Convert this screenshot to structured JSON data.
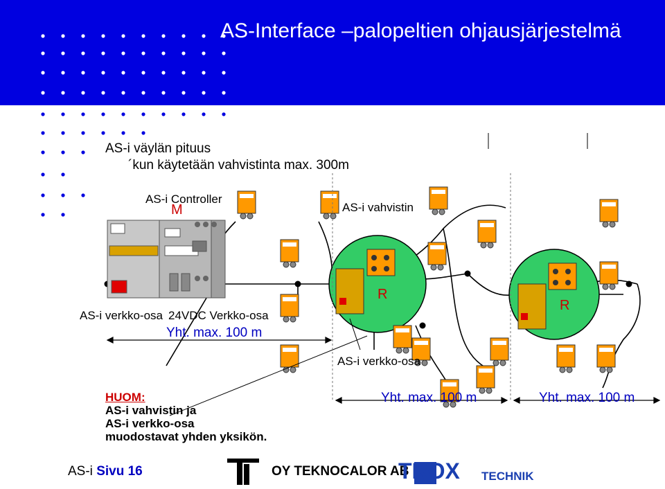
{
  "title": "AS-Interface –palopeltien ohjausjärjestelmä",
  "length_line1": "AS-i väylän pituus",
  "length_line2": "´kun käytetään vahvistinta max. 300m",
  "controller_label": "AS-i Controller",
  "master_symbol": "M",
  "repeater_label": "AS-i vahvistin",
  "power_supply_label": "AS-i verkko-osa",
  "supply24_label": "24VDC Verkko-osa",
  "repeater_symbol": "R",
  "network_supply_label": "AS-i verkko-osa",
  "segment_length": "Yht. max. 100 m",
  "note": {
    "heading": "HUOM:",
    "line1": "AS-i vahvistin ja",
    "line2": "AS-i verkko-osa",
    "line3": "muodostavat yhden yksikön."
  },
  "footer": {
    "prefix": "AS-i",
    "page": "Sivu 16"
  },
  "logos": {
    "teknocalor": "OY TEKNOCALOR AB",
    "trox": "TROX",
    "technik": "TECHNIK"
  },
  "colors": {
    "header": "#0000e0",
    "module": "#ff9900",
    "repeater_zone": "#33cc66",
    "cable": "#000000"
  }
}
